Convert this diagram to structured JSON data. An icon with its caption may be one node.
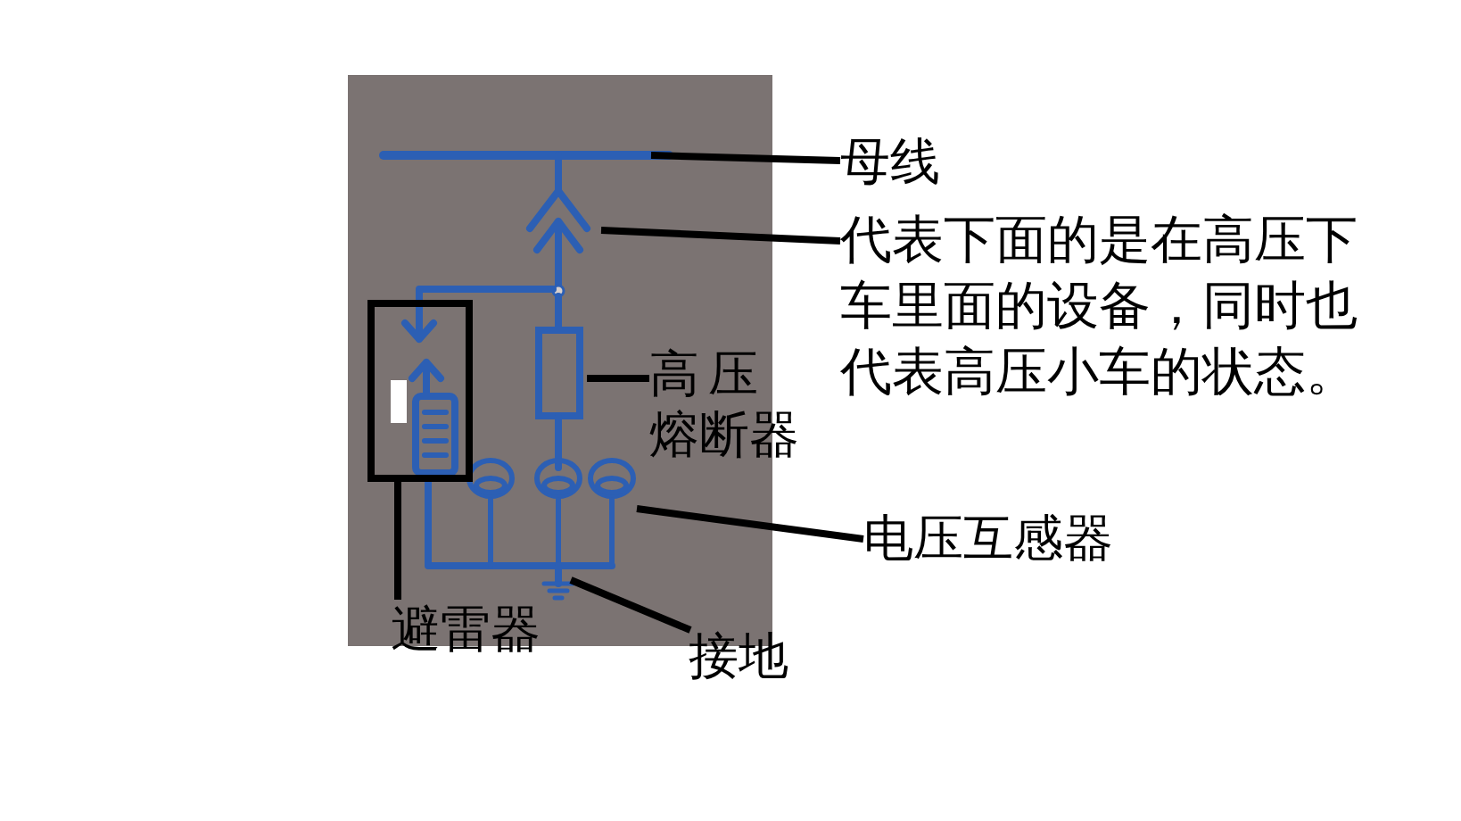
{
  "diagram": {
    "nodes": [
      {
        "text": [
          "母线"
        ]
      },
      {
        "text": [
          "代表下面的是在高压下车里面的设备，同时也代表高压小车的状态。"
        ]
      },
      {
        "text": [
          "高压熔断器"
        ]
      },
      {
        "text": [
          "电压互感器"
        ]
      },
      {
        "text": [
          "避雷器"
        ]
      },
      {
        "text": [
          "接地"
        ]
      },
      {
        "text": [],
        "shape": "box"
      }
    ],
    "edges": [
      {
        "from": 0,
        "to": null,
        "arrow": "none"
      },
      {
        "from": 1,
        "to": null,
        "arrow": "none"
      },
      {
        "from": 2,
        "to": null,
        "arrow": "none"
      },
      {
        "from": 3,
        "to": null,
        "arrow": "none"
      },
      {
        "from": 4,
        "to": 6,
        "arrow": "none"
      },
      {
        "from": 5,
        "to": null,
        "arrow": "none"
      }
    ]
  }
}
